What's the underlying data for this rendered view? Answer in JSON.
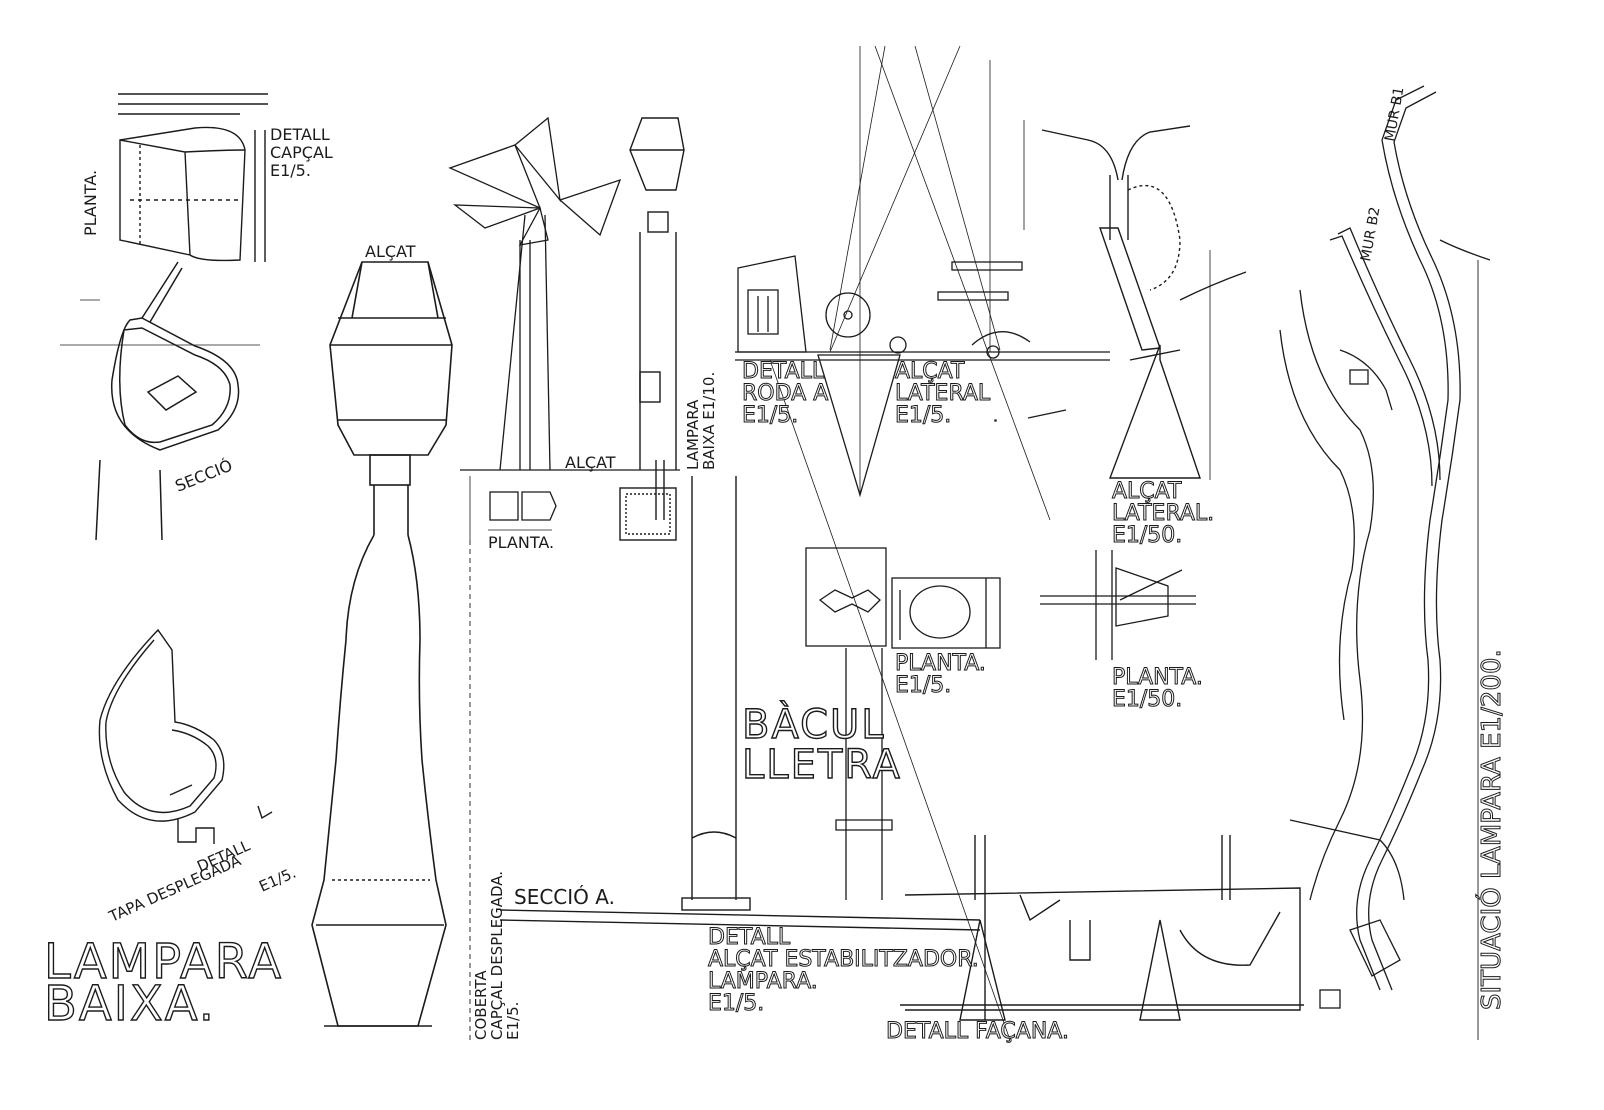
{
  "labels": {
    "lampara_baixa_title_1": "LAMPARA",
    "lampara_baixa_title_2": "BAIXA.",
    "detall_capcal_1": "DETALL",
    "detall_capcal_2": "CAPÇAL",
    "detall_capcal_3": "E1/5.",
    "planta_top": "PLANTA.",
    "seccio_small": "SECCIÓ",
    "alcat_lamp": "ALÇAT",
    "alcat_mid": "ALÇAT",
    "planta_mid": "PLANTA.",
    "lampara_baixa_scale_1": "LAMPARA",
    "lampara_baixa_scale_2": "BAIXA E1/10.",
    "detall_tapa_1": "DETALL",
    "detall_tapa_2": "TAPA DESPLEGADA",
    "detall_tapa_3": "E1/5.",
    "coberta_1": "COBERTA",
    "coberta_2": "CAPÇAL DESPLEGADA.",
    "coberta_3": "E1/5.",
    "seccio_a": "SECCIÓ A.",
    "detall_rodaa_1": "DETALL",
    "detall_rodaa_2": "RODA A",
    "detall_rodaa_3": "E1/5.",
    "alcat_lateral_mid_1": "ALÇAT",
    "alcat_lateral_mid_2": "LATERAL",
    "alcat_lateral_mid_3": "E1/5.",
    "planta_e15_1": "PLANTA.",
    "planta_e15_2": "E1/5.",
    "alcat_lateral_right_1": "ALÇAT",
    "alcat_lateral_right_2": "LATERAL.",
    "alcat_lateral_right_3": "E1/50.",
    "planta_e150_1": "PLANTA.",
    "planta_e150_2": "E1/50.",
    "baculo_1": "BÀCUL",
    "baculo_2": "LLETRA",
    "detall_alcat_1": "DETALL",
    "detall_alcat_2": "ALÇAT ESTABILITZADOR.",
    "detall_alcat_3": "LAMPARA.",
    "detall_alcat_4": "E1/5.",
    "detall_facana": "DETALL FAÇANA.",
    "vertical_right": "SITUACIÓ LAMPARA E1/200.",
    "mur_b1": "MUR B1",
    "mur_b2": "MUR B2"
  }
}
